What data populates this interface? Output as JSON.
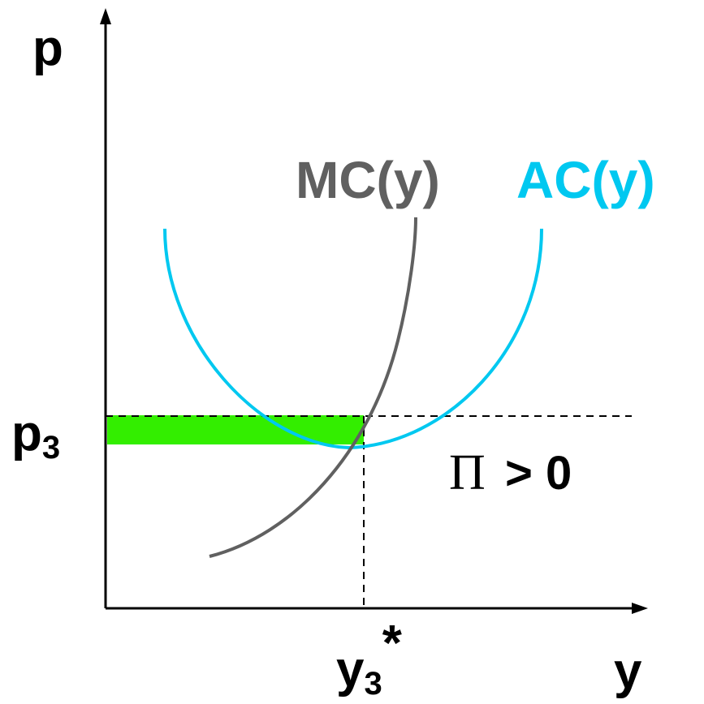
{
  "labels": {
    "y_axis": "p",
    "x_axis": "y",
    "price_main": "p",
    "price_sub": "3",
    "quantity_main": "y",
    "quantity_sub": "3",
    "quantity_star": "*",
    "mc_curve": "MC(y)",
    "ac_curve": "AC(y)",
    "profit_symbol": "Π",
    "profit_relation": "> 0"
  },
  "colors": {
    "axis": "#000000",
    "mc": "#606060",
    "ac": "#00c8f0",
    "profit_rect": "#33ee00",
    "text": "#000000"
  },
  "chart_data": {
    "type": "diagram",
    "curves": [
      "MC(y)",
      "AC(y)"
    ],
    "price_level": "p3",
    "quantity_level": "y3*",
    "profit_annotation": "Π > 0"
  }
}
